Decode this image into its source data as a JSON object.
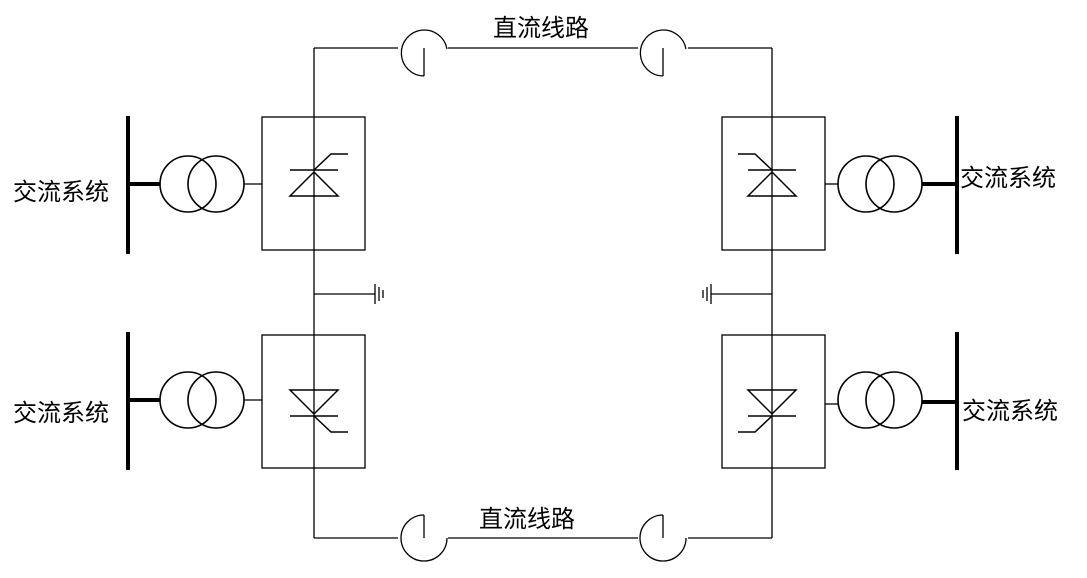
{
  "labels": {
    "dc_line_top": "直流线路",
    "dc_line_bottom": "直流线路",
    "ac_system_top_left": "交流系统",
    "ac_system_bottom_left": "交流系统",
    "ac_system_top_right": "交流系统",
    "ac_system_bottom_right": "交流系统"
  }
}
